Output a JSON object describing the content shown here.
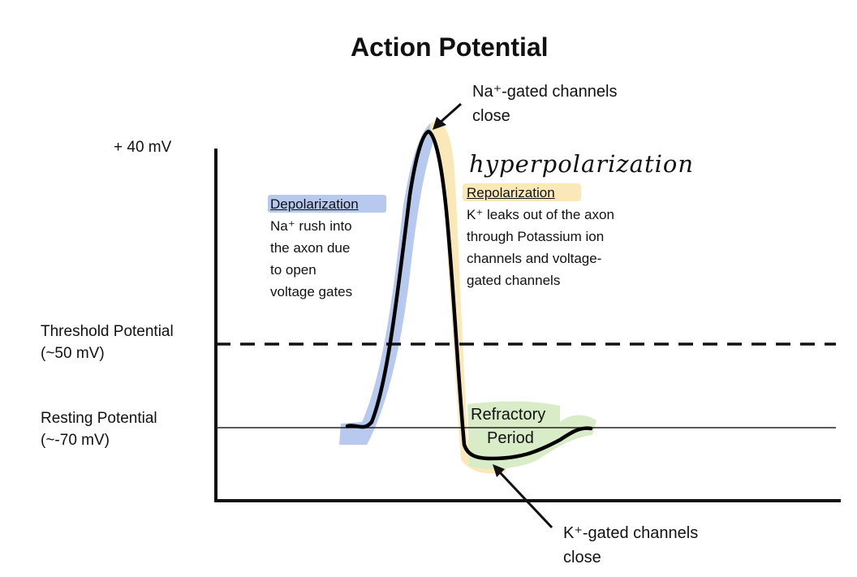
{
  "title": "Action Potential",
  "axis": {
    "top_label": "+ 40 mV"
  },
  "threshold": {
    "line1": "Threshold Potential",
    "line2": "(~50 mV)"
  },
  "resting": {
    "line1": "Resting Potential",
    "line2": "(~-70 mV)"
  },
  "depolarization": {
    "heading": "Depolarization",
    "lines": [
      "Na⁺ rush into",
      "the axon due",
      "to open",
      "voltage gates"
    ]
  },
  "repolarization": {
    "heading": "Repolarization",
    "lines": [
      "K⁺ leaks out of the axon",
      "through Potassium ion",
      "channels and voltage-",
      "gated channels"
    ]
  },
  "handwritten": "hyperpolarization",
  "refractory": {
    "line1": "Refractory",
    "line2": "Period"
  },
  "na_close": {
    "line1": "Na⁺-gated channels",
    "line2": "close"
  },
  "k_close": {
    "line1": "K⁺-gated channels",
    "line2": "close"
  },
  "highlight_colors": {
    "blue": "#b7c9ef",
    "yellow": "#fbe8b8",
    "green": "#d8ecc8"
  }
}
